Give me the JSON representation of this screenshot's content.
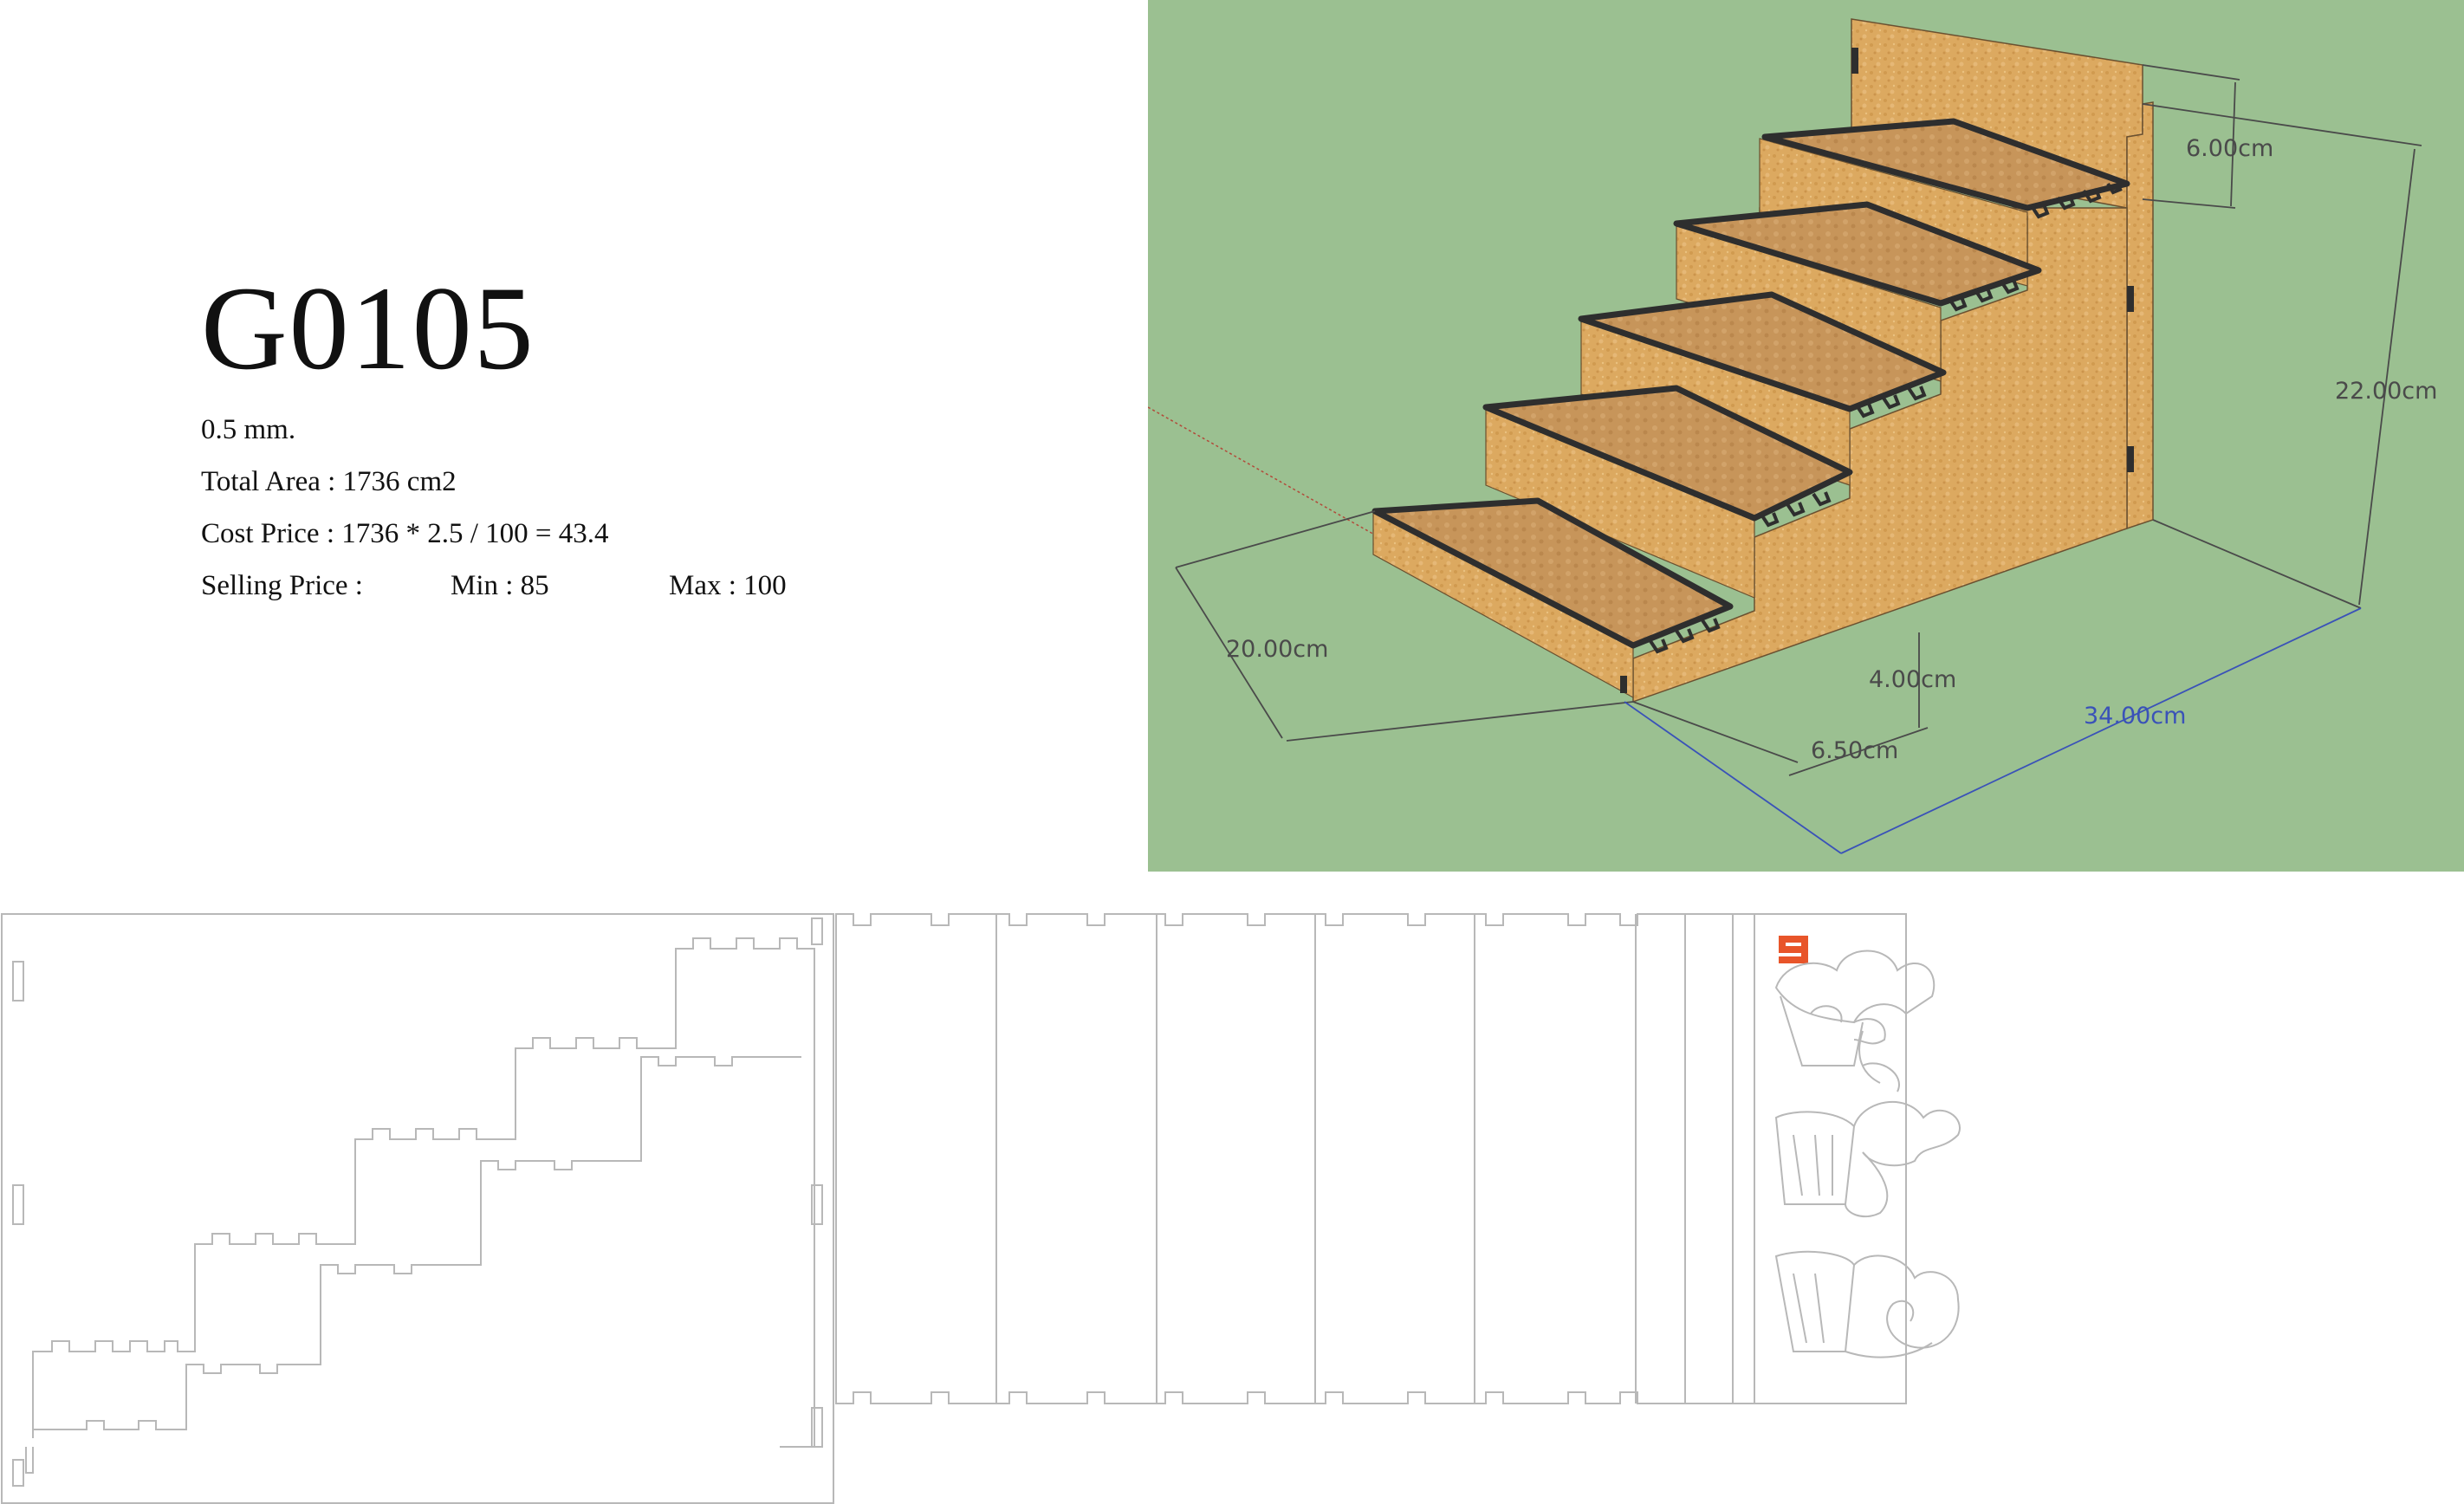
{
  "product": {
    "code": "G0105",
    "thickness": "0.5 mm.",
    "total_area": "Total Area : 1736 cm2",
    "cost_price": "Cost Price : 1736 * 2.5 / 100 = 43.4",
    "selling_label": "Selling Price :",
    "selling_min": "Min : 85",
    "selling_max": "Max : 100"
  },
  "render": {
    "background_color": "#9bc091",
    "wood_color": "#dca960",
    "edge_color": "#3a3a3a",
    "dimensions": {
      "back_height": "6.00cm",
      "total_height": "22.00cm",
      "depth": "20.00cm",
      "step_rise": "4.00cm",
      "step_depth": "6.50cm",
      "width": "34.00cm"
    }
  },
  "cut_sheet": {
    "line_color": "#b8b8b8",
    "logo_color": "#e8552a"
  }
}
